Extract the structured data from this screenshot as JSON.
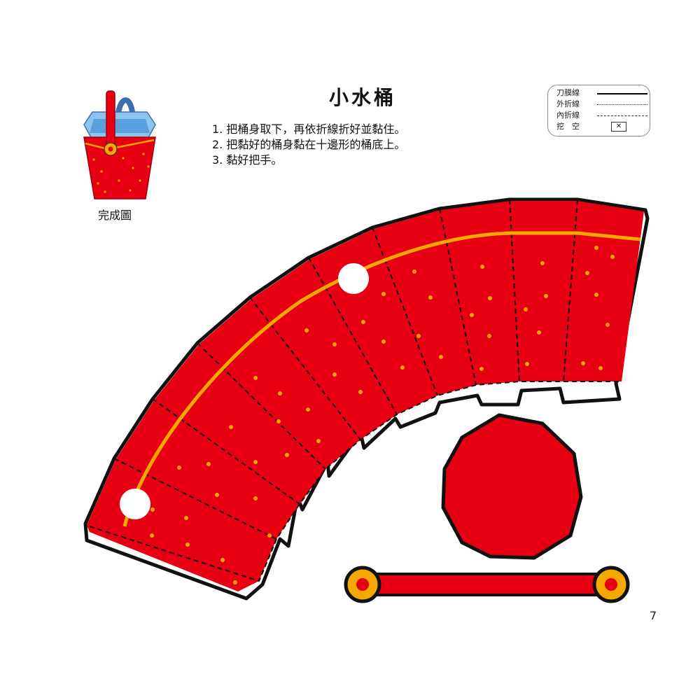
{
  "page": {
    "title": "小水桶",
    "page_number": "7"
  },
  "instructions": [
    "1. 把桶身取下，再依折線折好並黏住。",
    "2. 把黏好的桶身黏在十邊形的桶底上。",
    "3. 黏好把手。"
  ],
  "finished_preview": {
    "caption": "完成圖",
    "icon": "bucket-icon"
  },
  "legend": {
    "items": [
      {
        "label": "刀膜線",
        "style": "solid-line"
      },
      {
        "label": "外折線",
        "style": "dotted-line"
      },
      {
        "label": "內折線",
        "style": "dash-dot-line"
      },
      {
        "label": "挖　空",
        "style": "cut-out-box",
        "symbol": "✕"
      }
    ]
  },
  "pieces": {
    "bucket_body": {
      "panels": 10,
      "holes": 2,
      "stripe": "yellow"
    },
    "bucket_base": {
      "shape": "decagon"
    },
    "handle": {
      "ends": 2
    }
  },
  "colors": {
    "red": "#e60012",
    "yellow": "#f5a800",
    "blue": "#7fb8e6",
    "outline": "#111111",
    "white": "#ffffff"
  }
}
